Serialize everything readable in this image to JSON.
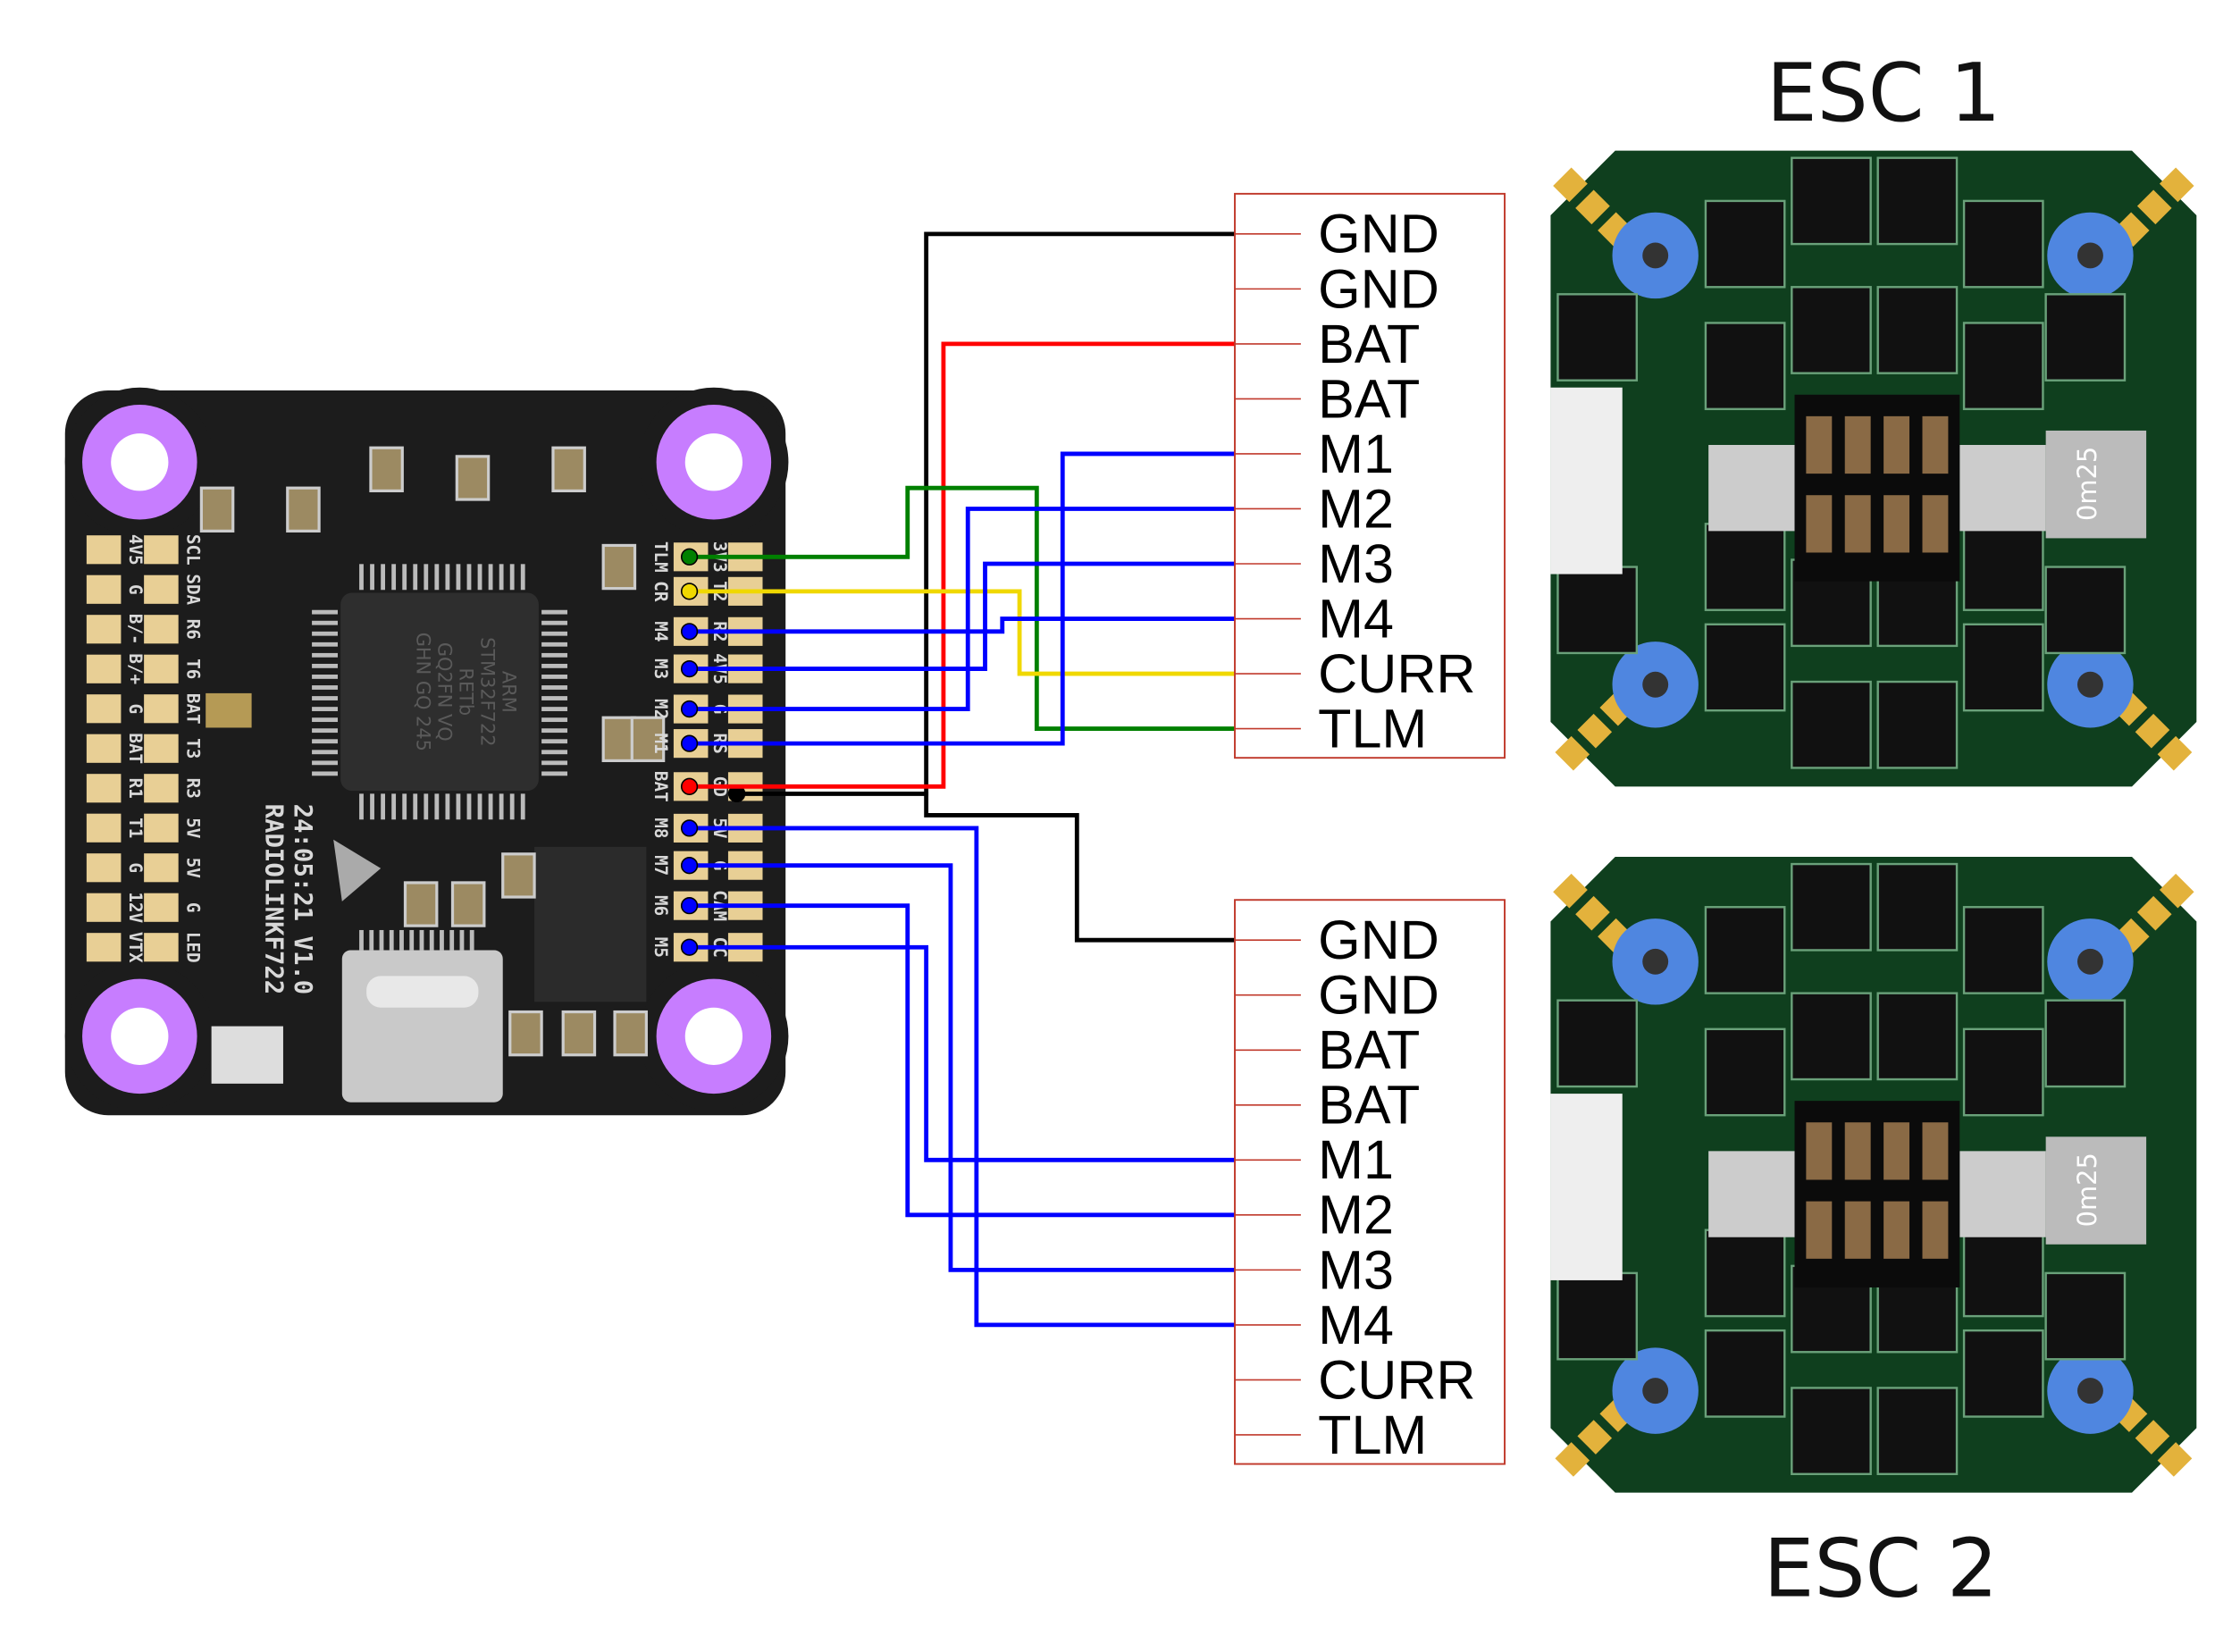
{
  "flight_controller": {
    "name": "RADIOLINKF722",
    "version": "24:05:21 V1.0",
    "mcu": [
      "ARM",
      "STM32F722",
      "RETb",
      "GQ2FN VQ",
      "GHN GQ 245"
    ],
    "right_inner_pads": [
      "TLM",
      "CR",
      "M4",
      "M3",
      "M2",
      "M1",
      "BAT",
      "M8",
      "M7",
      "M6",
      "M5"
    ],
    "right_outer_pads": [
      "3V3",
      "T2",
      "R2",
      "4V5",
      "G",
      "RS",
      "GD",
      "5V",
      "G",
      "CAM",
      "CC"
    ],
    "left_outer_pads": [
      "4V5",
      "G",
      "B/-",
      "B/+",
      "G",
      "BAT",
      "R1",
      "T1",
      "G",
      "12V",
      "VTX"
    ],
    "left_inner_pads": [
      "SCL",
      "SDA",
      "R6",
      "T6",
      "BAT",
      "T3",
      "R3",
      "5V",
      "5V",
      "G",
      "LED"
    ]
  },
  "escs": [
    {
      "title": "ESC 1",
      "pins": [
        "GND",
        "GND",
        "BAT",
        "BAT",
        "M1",
        "M2",
        "M3",
        "M4",
        "CURR",
        "TLM"
      ],
      "shunt": "0m25"
    },
    {
      "title": "ESC 2",
      "pins": [
        "GND",
        "GND",
        "BAT",
        "BAT",
        "M1",
        "M2",
        "M3",
        "M4",
        "CURR",
        "TLM"
      ],
      "shunt": "0m25"
    }
  ],
  "wires": [
    {
      "from": "GD",
      "to_esc": 1,
      "to_pin": "GND",
      "color": "#000000"
    },
    {
      "from": "GD",
      "to_esc": 2,
      "to_pin": "GND",
      "color": "#000000"
    },
    {
      "from": "BAT",
      "to_esc": 1,
      "to_pin": "BAT",
      "color": "#ff0000"
    },
    {
      "from": "TLM",
      "to_esc": 1,
      "to_pin": "TLM",
      "color": "#008000"
    },
    {
      "from": "CR",
      "to_esc": 1,
      "to_pin": "CURR",
      "color": "#f0d800"
    },
    {
      "from": "M1",
      "to_esc": 1,
      "to_pin": "M1",
      "color": "#0000ff"
    },
    {
      "from": "M2",
      "to_esc": 1,
      "to_pin": "M2",
      "color": "#0000ff"
    },
    {
      "from": "M3",
      "to_esc": 1,
      "to_pin": "M3",
      "color": "#0000ff"
    },
    {
      "from": "M4",
      "to_esc": 1,
      "to_pin": "M4",
      "color": "#0000ff"
    },
    {
      "from": "M5",
      "to_esc": 2,
      "to_pin": "M1",
      "color": "#0000ff"
    },
    {
      "from": "M6",
      "to_esc": 2,
      "to_pin": "M2",
      "color": "#0000ff"
    },
    {
      "from": "M7",
      "to_esc": 2,
      "to_pin": "M3",
      "color": "#0000ff"
    },
    {
      "from": "M8",
      "to_esc": 2,
      "to_pin": "M4",
      "color": "#0000ff"
    }
  ],
  "colors": {
    "connector_box": "#c0392b",
    "fc_board": "#1c1c1c",
    "mount_ring": "#c77dff",
    "esc_pcb": "#0f3f1e",
    "esc_hole": "#4f86e0",
    "pad": "#e8cf95"
  }
}
